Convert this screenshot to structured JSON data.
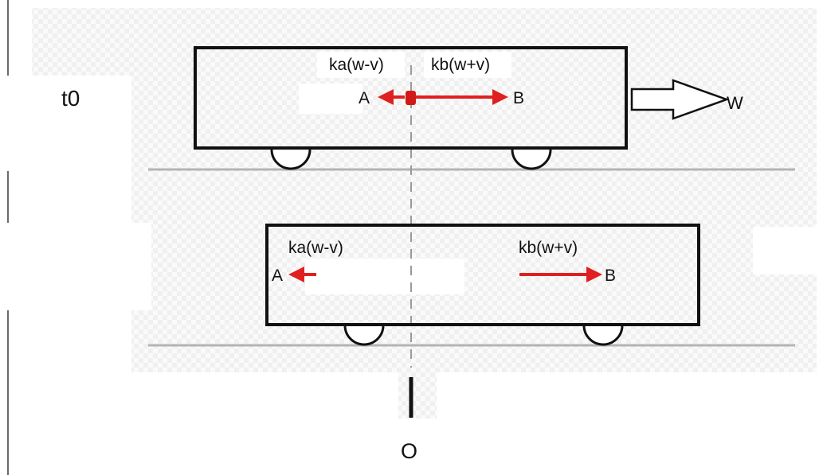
{
  "time_label": "t0",
  "velocity_label": "W",
  "origin_label": "O",
  "top_car": {
    "label_a": "A",
    "label_b": "B",
    "speed_a": "ka(w-v)",
    "speed_b": "kb(w+v)"
  },
  "bottom_car": {
    "label_a": "A",
    "label_b": "B",
    "speed_a": "ka(w-v)",
    "speed_b": "kb(w+v)"
  },
  "colors": {
    "arrow": "#e02020",
    "source": "#d01818",
    "rail": "#b4b4b4",
    "outline": "#111111",
    "checker": "#f1f1f1"
  }
}
